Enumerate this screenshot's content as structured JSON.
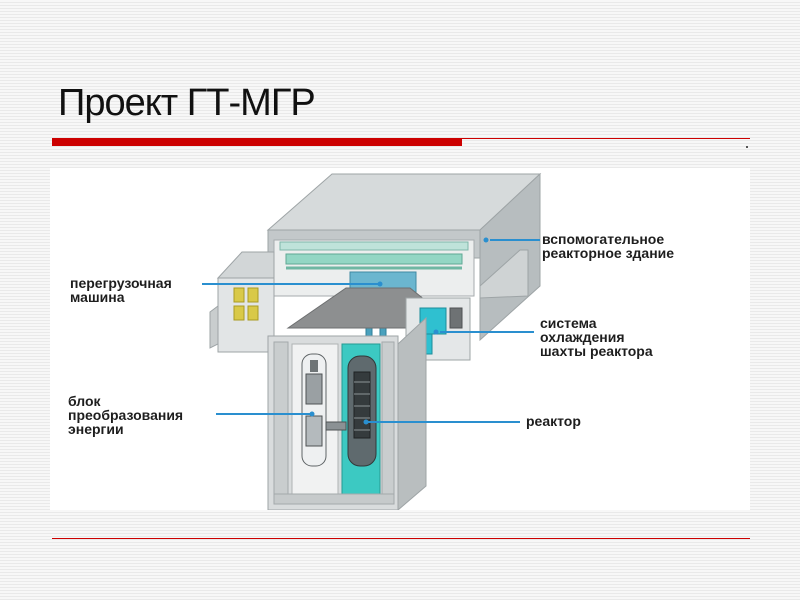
{
  "slide": {
    "title": "Проект ГТ-МГР"
  },
  "colors": {
    "accent": "#cc0000",
    "leader_line": "#2a8fcf",
    "coolant": "#33c6c6"
  },
  "labels": {
    "aux_building": [
      "вспомогательное",
      "реакторное здание"
    ],
    "refueling_machine": [
      "перегрузочная",
      "машина"
    ],
    "cavity_cooling": [
      "система",
      "охлаждения",
      "шахты реактора"
    ],
    "power_conversion": [
      "блок",
      "преобразования",
      "энергии"
    ],
    "reactor": [
      "реактор"
    ]
  }
}
